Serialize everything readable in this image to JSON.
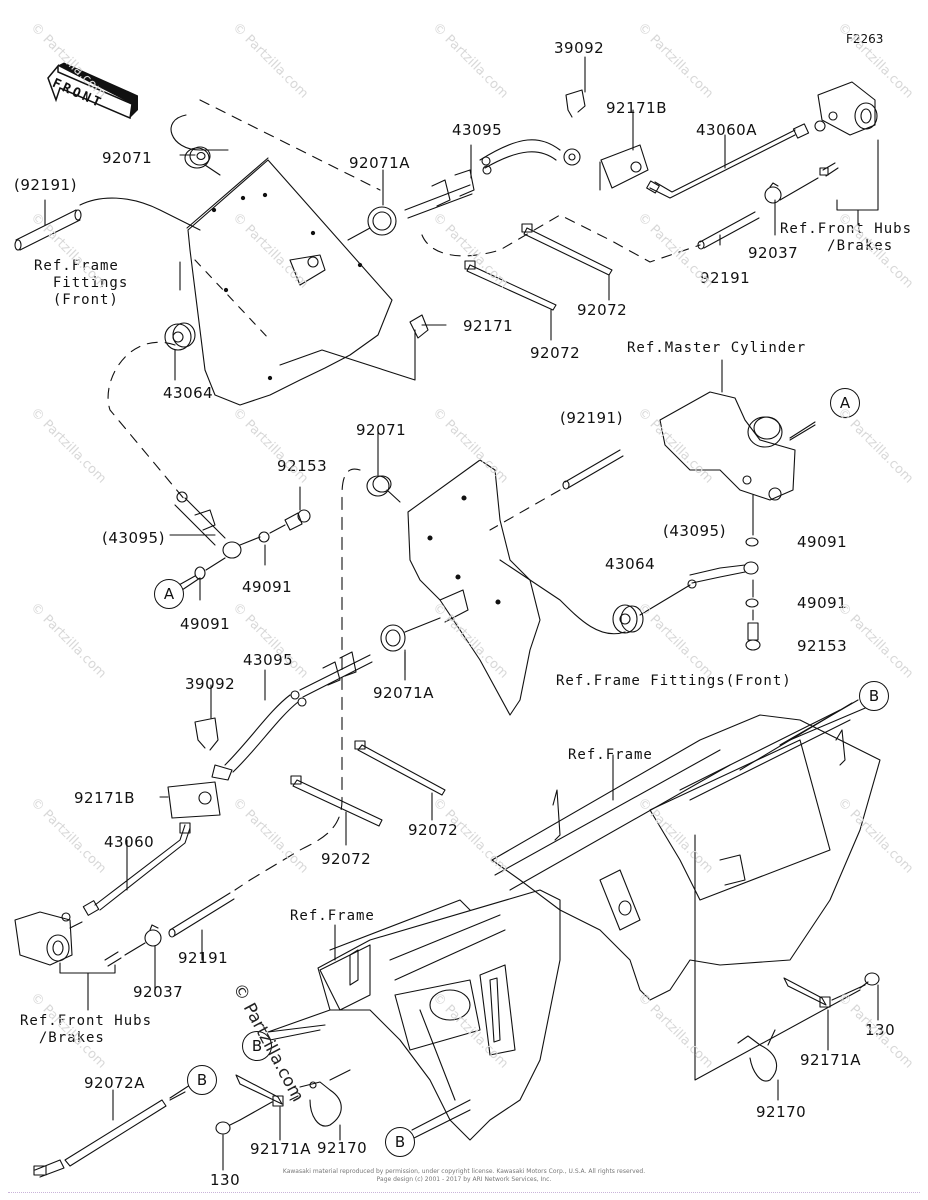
{
  "figure_id": "F2263",
  "orientation_marker": {
    "text": "FRONT",
    "icon": "front-arrow-icon"
  },
  "watermark": "© Partzilla.com",
  "parts": [
    {
      "id": "p-39092-top",
      "label": "39092"
    },
    {
      "id": "p-92171B-top",
      "label": "92171B"
    },
    {
      "id": "p-43060A",
      "label": "43060A"
    },
    {
      "id": "p-43095-top",
      "label": "43095"
    },
    {
      "id": "p-92071-top",
      "label": "92071"
    },
    {
      "id": "p-92071A-top",
      "label": "92071A"
    },
    {
      "id": "p-92191-ref-top",
      "label": "(92191)"
    },
    {
      "id": "p-92191-top",
      "label": "92191"
    },
    {
      "id": "p-92037-top",
      "label": "92037"
    },
    {
      "id": "p-92072-a",
      "label": "92072"
    },
    {
      "id": "p-92072-b",
      "label": "92072"
    },
    {
      "id": "p-92171",
      "label": "92171"
    },
    {
      "id": "p-43064-top",
      "label": "43064"
    },
    {
      "id": "p-92071-mid",
      "label": "92071"
    },
    {
      "id": "p-92191-ref-mid",
      "label": "(92191)"
    },
    {
      "id": "p-92153-left",
      "label": "92153"
    },
    {
      "id": "p-43095-ref-left",
      "label": "(43095)"
    },
    {
      "id": "p-49091-left-a",
      "label": "49091"
    },
    {
      "id": "p-49091-left-b",
      "label": "49091"
    },
    {
      "id": "p-43064-mid",
      "label": "43064"
    },
    {
      "id": "p-43095-ref-right",
      "label": "(43095)"
    },
    {
      "id": "p-49091-right-a",
      "label": "49091"
    },
    {
      "id": "p-49091-right-b",
      "label": "49091"
    },
    {
      "id": "p-92153-right",
      "label": "92153"
    },
    {
      "id": "p-43095-mid",
      "label": "43095"
    },
    {
      "id": "p-92071A-mid",
      "label": "92071A"
    },
    {
      "id": "p-39092-mid",
      "label": "39092"
    },
    {
      "id": "p-92171B-mid",
      "label": "92171B"
    },
    {
      "id": "p-43060",
      "label": "43060"
    },
    {
      "id": "p-92191-bot",
      "label": "92191"
    },
    {
      "id": "p-92037-bot",
      "label": "92037"
    },
    {
      "id": "p-92072-c",
      "label": "92072"
    },
    {
      "id": "p-92072-d",
      "label": "92072"
    },
    {
      "id": "p-92072A",
      "label": "92072A"
    },
    {
      "id": "p-130-left",
      "label": "130"
    },
    {
      "id": "p-92171A-left",
      "label": "92171A"
    },
    {
      "id": "p-92170-left",
      "label": "92170"
    },
    {
      "id": "p-130-right",
      "label": "130"
    },
    {
      "id": "p-92171A-right",
      "label": "92171A"
    },
    {
      "id": "p-92170-right",
      "label": "92170"
    }
  ],
  "references": {
    "frame_fittings_front_top": "Ref.Frame\n  Fittings\n  (Front)",
    "front_hubs_top": "Ref.Front Hubs\n     /Brakes",
    "master_cylinder": "Ref.Master Cylinder",
    "frame_fittings_front_mid": "Ref.Frame Fittings(Front)",
    "frame_right": "Ref.Frame",
    "frame_left": "Ref.Frame",
    "front_hubs_bottom": "Ref.Front Hubs\n  /Brakes"
  },
  "markers": {
    "A1": "A",
    "A2": "A",
    "B1": "B",
    "B2": "B",
    "B3": "B",
    "B4": "B"
  },
  "footer": {
    "line1": "Kawasaki material reproduced by permission, under copyright license. Kawasaki Motors Corp., U.S.A. All rights reserved.",
    "line2": "Page design (c) 2001 - 2017 by ARI Network Services, Inc."
  }
}
